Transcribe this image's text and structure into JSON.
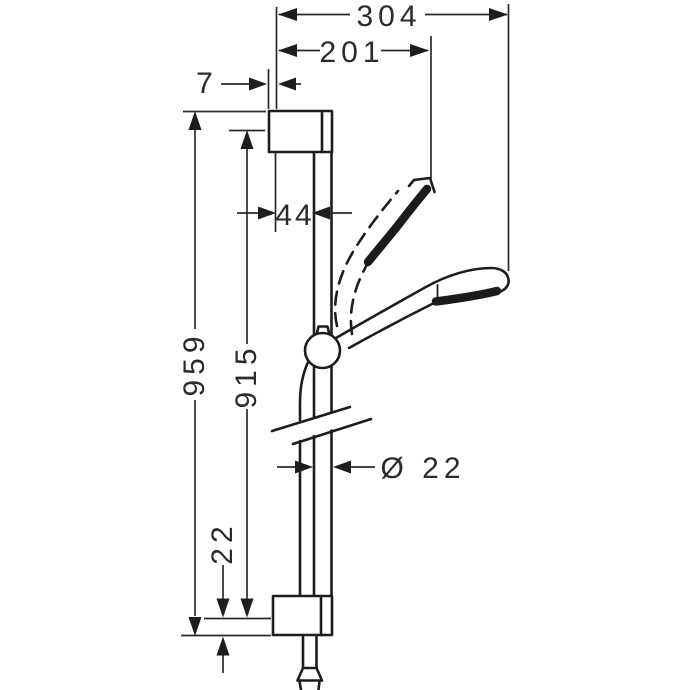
{
  "drawing": {
    "title": "shower-bar-set-dimension-drawing",
    "colors": {
      "background": "#ffffff",
      "line": "#1d1d1b",
      "dimension_text": "#2b2b2b"
    },
    "dims": {
      "overall_width": "304",
      "reach": "201",
      "top_offset": "7",
      "bar_offset": "44",
      "overall_height": "959",
      "center_height": "915",
      "bar_diameter": "Ø 22",
      "bottom_offset": "22"
    }
  }
}
